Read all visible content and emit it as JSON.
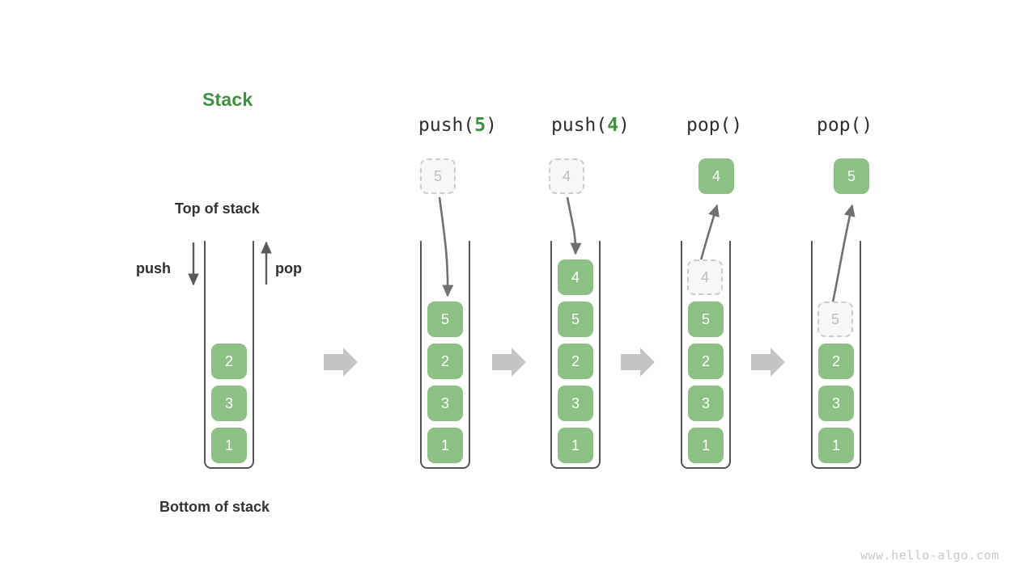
{
  "title": "Stack",
  "labels": {
    "top_of_stack": "Top of stack",
    "bottom_of_stack": "Bottom of stack",
    "push": "push",
    "pop": "pop"
  },
  "watermark": "www.hello-algo.com",
  "colors": {
    "accent_green": "#3f9142",
    "cell_green": "#8cc084",
    "ghost_fill": "#f7f7f7",
    "ghost_border": "#cccccc",
    "ghost_text": "#bdbdbd",
    "container_stroke": "#555555",
    "arrow_gray": "#707070",
    "flow_arrow": "#c4c4c4",
    "text_dark": "#2f2f2f",
    "watermark_gray": "#c9c9c9"
  },
  "stages": [
    {
      "id": "initial",
      "caption": "",
      "caption_prefix": "",
      "caption_arg": "",
      "caption_suffix": "",
      "cells": [
        "2",
        "3",
        "1"
      ],
      "floating": null,
      "ghost_in_stack": null
    },
    {
      "id": "push-5",
      "caption_prefix": "push(",
      "caption_arg": "5",
      "caption_suffix": ")",
      "cells": [
        "5",
        "2",
        "3",
        "1"
      ],
      "floating": {
        "value": "5",
        "kind": "ghost"
      },
      "ghost_in_stack": null
    },
    {
      "id": "push-4",
      "caption_prefix": "push(",
      "caption_arg": "4",
      "caption_suffix": ")",
      "cells": [
        "4",
        "5",
        "2",
        "3",
        "1"
      ],
      "floating": {
        "value": "4",
        "kind": "ghost"
      },
      "ghost_in_stack": null
    },
    {
      "id": "pop-1",
      "caption_prefix": "pop(",
      "caption_arg": "",
      "caption_suffix": ")",
      "cells": [
        "5",
        "2",
        "3",
        "1"
      ],
      "floating": {
        "value": "4",
        "kind": "solid"
      },
      "ghost_in_stack": {
        "value": "4"
      }
    },
    {
      "id": "pop-2",
      "caption_prefix": "pop(",
      "caption_arg": "",
      "caption_suffix": ")",
      "cells": [
        "2",
        "3",
        "1"
      ],
      "floating": {
        "value": "5",
        "kind": "solid"
      },
      "ghost_in_stack": {
        "value": "5"
      }
    }
  ],
  "flow_arrows_count": 4
}
